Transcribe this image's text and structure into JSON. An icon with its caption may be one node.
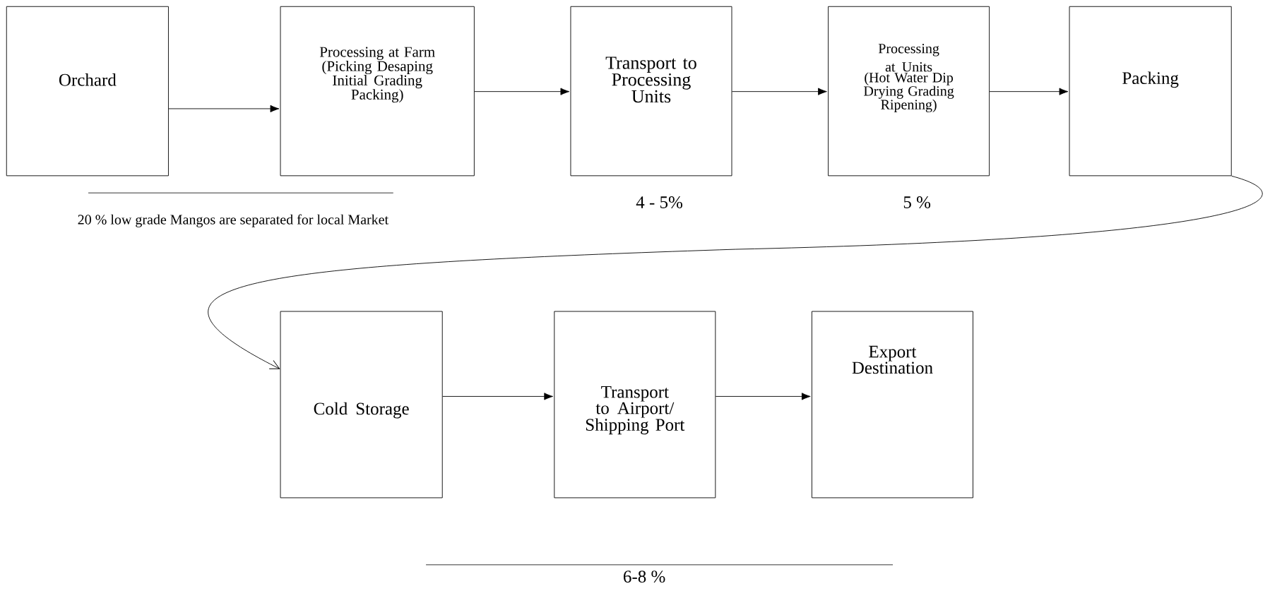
{
  "diagram": {
    "nodes": [
      {
        "text": [
          "Orchard"
        ]
      },
      {
        "text": [
          "Processing at Farm",
          "(Picking Desaping Initial Grading Packing)"
        ]
      },
      {
        "text": [
          "Transport to Processing Units"
        ],
        "beside": [
          "4 - 5%"
        ]
      },
      {
        "text": [
          "Processing at Units",
          "(Hot Water Dip Drying Grading Ripening)"
        ],
        "beside": [
          "5 %"
        ]
      },
      {
        "text": [
          "Packing"
        ]
      },
      {
        "text": [
          "Cold Storage"
        ]
      },
      {
        "text": [
          "Transport to Airport/ Shipping Port"
        ]
      },
      {
        "text": [
          "Export Destination"
        ]
      }
    ],
    "edges": [
      {
        "from": 0,
        "to": 1,
        "arrow": "to"
      },
      {
        "from": 1,
        "to": 2,
        "arrow": "to"
      },
      {
        "from": 2,
        "to": 3,
        "arrow": "to"
      },
      {
        "from": 3,
        "to": 4,
        "arrow": "to"
      },
      {
        "from": 4,
        "to": 5,
        "arrow": "to"
      },
      {
        "from": 5,
        "to": 6,
        "arrow": "to"
      },
      {
        "from": 6,
        "to": 7,
        "arrow": "to"
      }
    ],
    "labels": [
      "20 % low grade Mangos are separated for local Market",
      "6-8 %"
    ]
  }
}
